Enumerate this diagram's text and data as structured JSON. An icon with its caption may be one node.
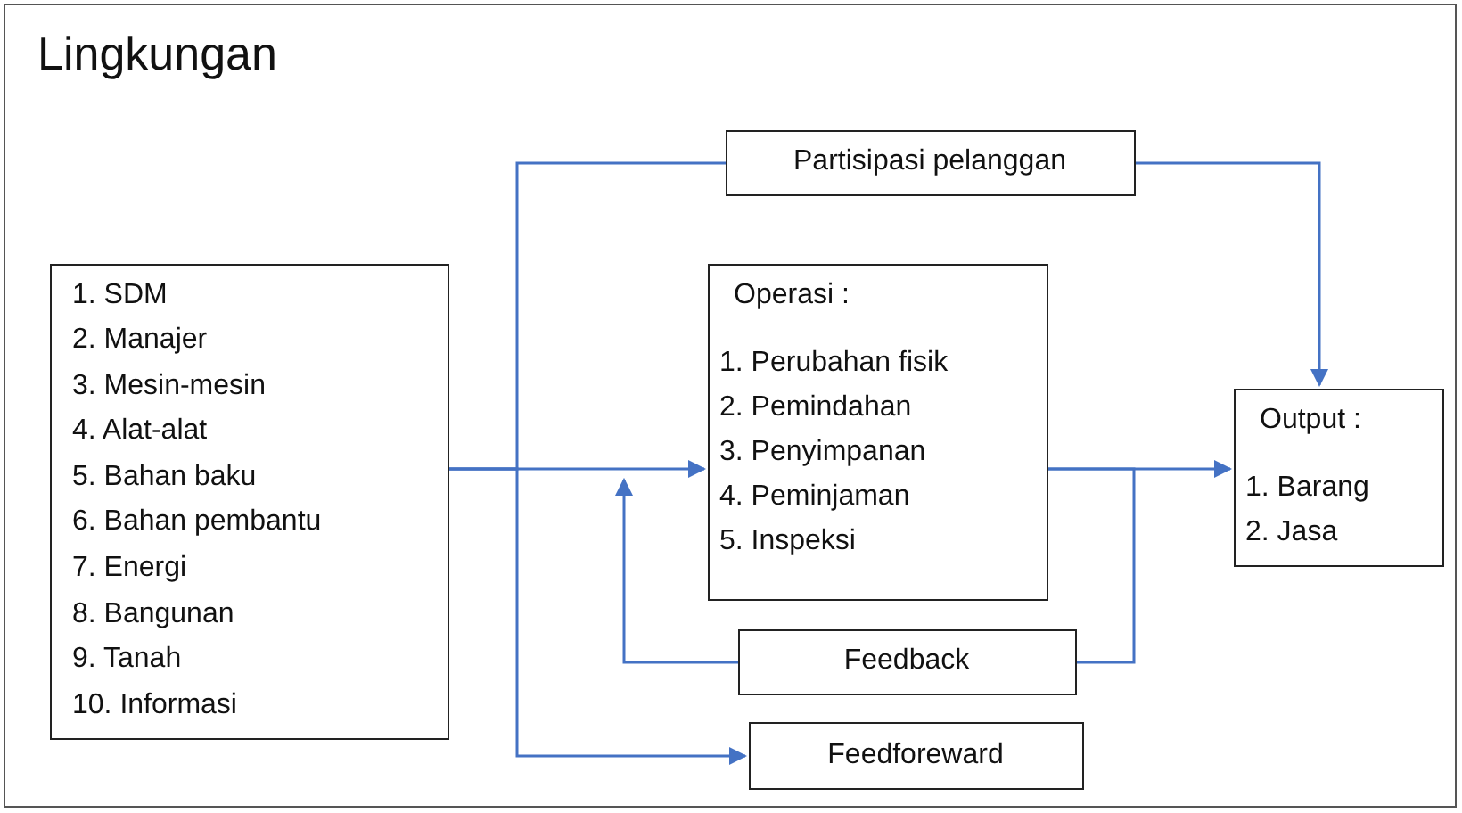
{
  "diagram": {
    "nodes": [
      {
        "text": [
          "Lingkungan"
        ]
      },
      {
        "text": [
          "1. SDM",
          "2. Manajer",
          "3. Mesin-mesin",
          "4. Alat-alat",
          "5. Bahan baku",
          "6. Bahan pembantu",
          "7. Energi",
          "8. Bangunan",
          "9. Tanah",
          "10. Informasi"
        ],
        "in": 0
      },
      {
        "text": [
          "Partisipasi pelanggan"
        ],
        "in": 0
      },
      {
        "text": [
          "Operasi :",
          "1. Perubahan fisik",
          "2. Pemindahan",
          "3. Penyimpanan",
          "4. Peminjaman",
          "5. Inspeksi"
        ],
        "in": 0
      },
      {
        "text": [
          "Output :",
          "1. Barang",
          "2. Jasa"
        ],
        "in": 0
      },
      {
        "text": [
          "Feedback"
        ],
        "in": 0
      },
      {
        "text": [
          "Feedforeward"
        ],
        "in": 0
      }
    ],
    "edges": [
      {
        "from": 1,
        "to": 3,
        "arrow": "to"
      },
      {
        "from": 1,
        "to": 2,
        "arrow": "none"
      },
      {
        "from": 1,
        "to": 6,
        "arrow": "to"
      },
      {
        "from": 2,
        "to": 4,
        "arrow": "to"
      },
      {
        "from": 3,
        "to": 4,
        "arrow": "to"
      },
      {
        "from": 3,
        "to": 5,
        "arrow": "none"
      },
      {
        "from": 5,
        "to": 3,
        "arrow": "to"
      }
    ]
  }
}
